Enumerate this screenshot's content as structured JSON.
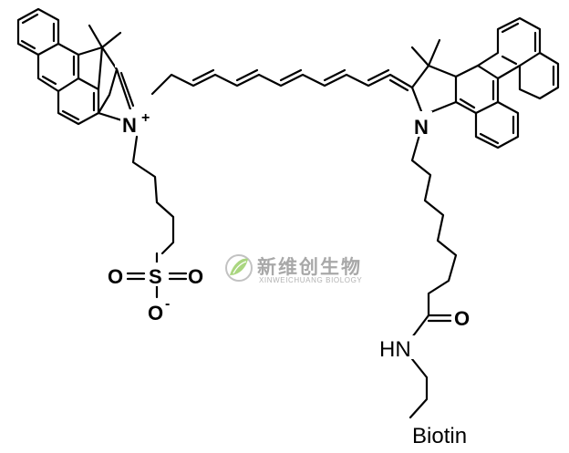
{
  "atoms": {
    "n_left": "N",
    "n_left_charge": "+",
    "n_right": "N",
    "s": "S",
    "o_left": "O",
    "o_right": "O",
    "o_bottom": "O",
    "o_bottom_charge": "-",
    "o_amide": "O",
    "nh": "HN",
    "biotin": "Biotin"
  },
  "watermark": {
    "chinese": "新维创生物",
    "english": "XINWEICHUANG BIOLOGY",
    "logo_color": "#9ccf6a"
  }
}
